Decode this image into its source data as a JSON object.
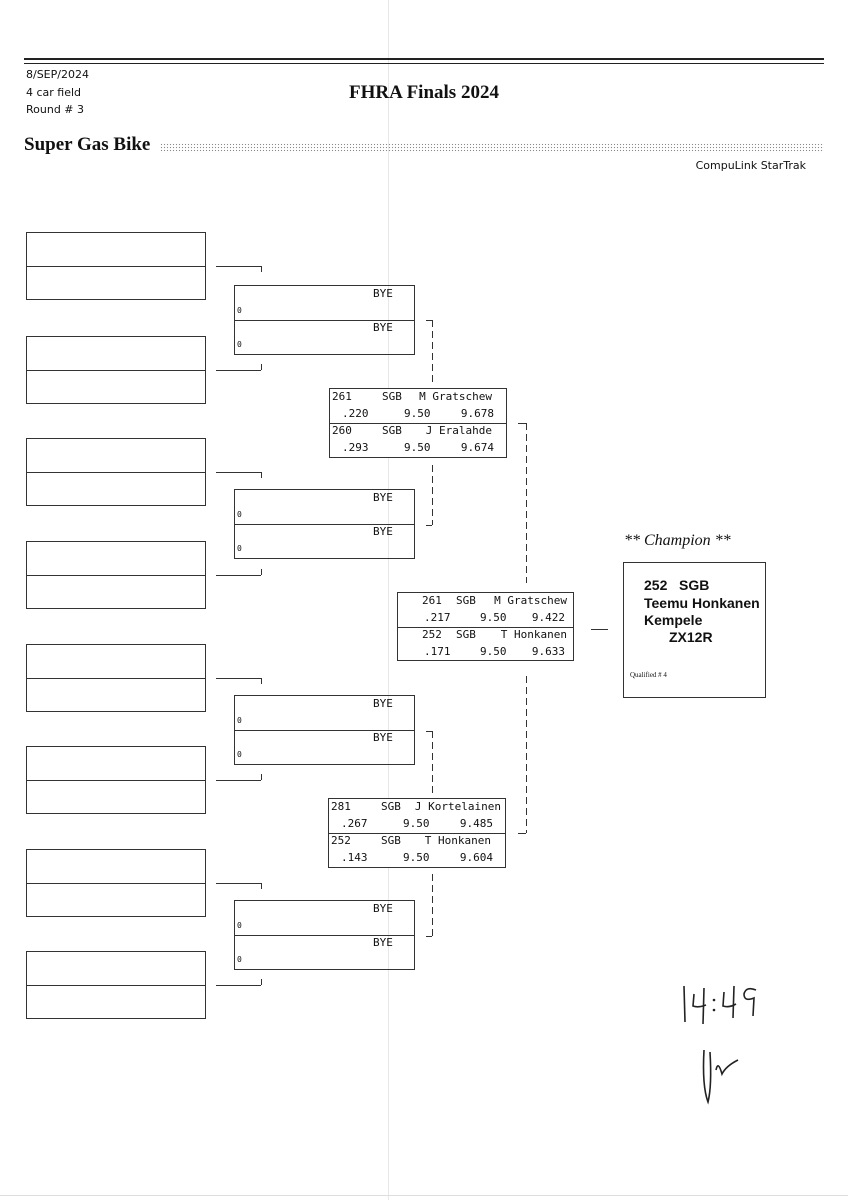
{
  "header": {
    "date": "8/SEP/2024",
    "field": "4 car field",
    "round": "Round # 3",
    "title": "FHRA Finals 2024",
    "category": "Super Gas Bike",
    "brand": "CompuLink StarTrak"
  },
  "round2": {
    "bye_label": "BYE",
    "zero_label": "0"
  },
  "round3": {
    "top": {
      "lane1": {
        "num": "261",
        "class": "SGB",
        "name": "M Gratschew",
        "rt": ".220",
        "dial": "9.50",
        "et": "9.678"
      },
      "lane2": {
        "num": "260",
        "class": "SGB",
        "name": "J Eralahde",
        "rt": ".293",
        "dial": "9.50",
        "et": "9.674"
      }
    },
    "bottom": {
      "lane1": {
        "num": "281",
        "class": "SGB",
        "name": "J Kortelainen",
        "rt": ".267",
        "dial": "9.50",
        "et": "9.485"
      },
      "lane2": {
        "num": "252",
        "class": "SGB",
        "name": "T Honkanen",
        "rt": ".143",
        "dial": "9.50",
        "et": "9.604"
      }
    }
  },
  "final": {
    "lane1": {
      "num": "261",
      "class": "SGB",
      "name": "M Gratschew",
      "rt": ".217",
      "dial": "9.50",
      "et": "9.422"
    },
    "lane2": {
      "num": "252",
      "class": "SGB",
      "name": "T Honkanen",
      "rt": ".171",
      "dial": "9.50",
      "et": "9.633"
    }
  },
  "champion": {
    "heading": "** Champion **",
    "number_class": "252   SGB",
    "name": "Teemu Honkanen",
    "city": "Kempele",
    "bike": "ZX12R",
    "qualified": "Qualified # 4"
  },
  "handwriting": {
    "time": "14:49",
    "initials": "Ur"
  }
}
